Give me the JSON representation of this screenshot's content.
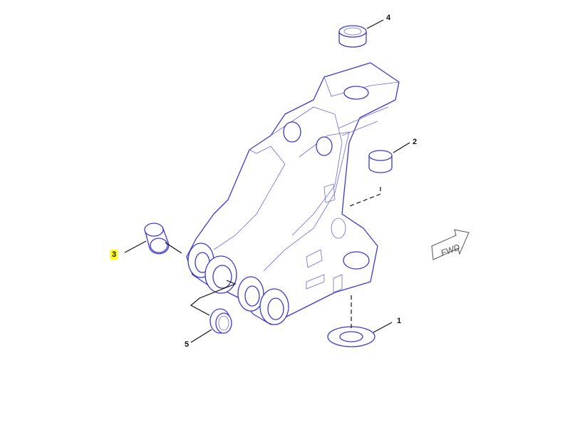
{
  "diagram": {
    "callouts": [
      {
        "label": "1",
        "highlighted": false
      },
      {
        "label": "2",
        "highlighted": false
      },
      {
        "label": "3",
        "highlighted": true
      },
      {
        "label": "4",
        "highlighted": false
      },
      {
        "label": "5",
        "highlighted": false
      }
    ],
    "direction_arrow": "FWD",
    "colors": {
      "line": "#3a3ad0",
      "highlight": "#ffff00",
      "leader": "#111111"
    }
  }
}
